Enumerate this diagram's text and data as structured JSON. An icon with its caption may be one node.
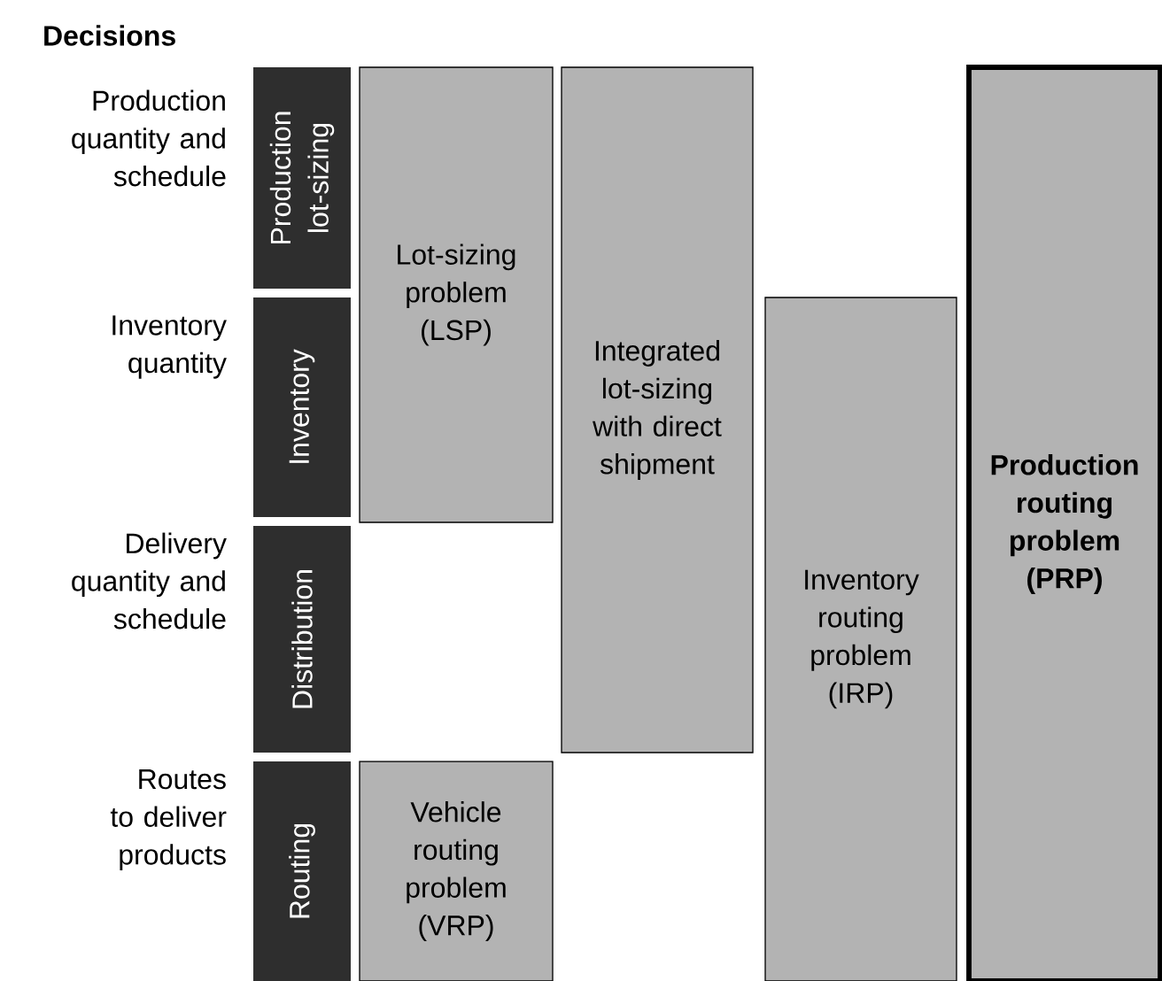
{
  "diagram": {
    "title": "Decisions",
    "nodes": [
      {
        "text": [
          "Production lot-sizing"
        ]
      },
      {
        "text": [
          "Inventory"
        ]
      },
      {
        "text": [
          "Distribution"
        ]
      },
      {
        "text": [
          "Routing"
        ]
      },
      {
        "text": [
          "Lot-sizing problem (LSP)"
        ]
      },
      {
        "text": [
          "Vehicle routing problem (VRP)"
        ]
      },
      {
        "text": [
          "Integrated lot-sizing with direct shipment"
        ]
      },
      {
        "text": [
          "Inventory routing problem (IRP)"
        ]
      },
      {
        "text": [
          "Production routing problem (PRP)"
        ]
      }
    ],
    "labels": [
      "Production quantity and schedule",
      "Inventory quantity",
      "Delivery quantity and schedule",
      "Routes to deliver products"
    ]
  }
}
